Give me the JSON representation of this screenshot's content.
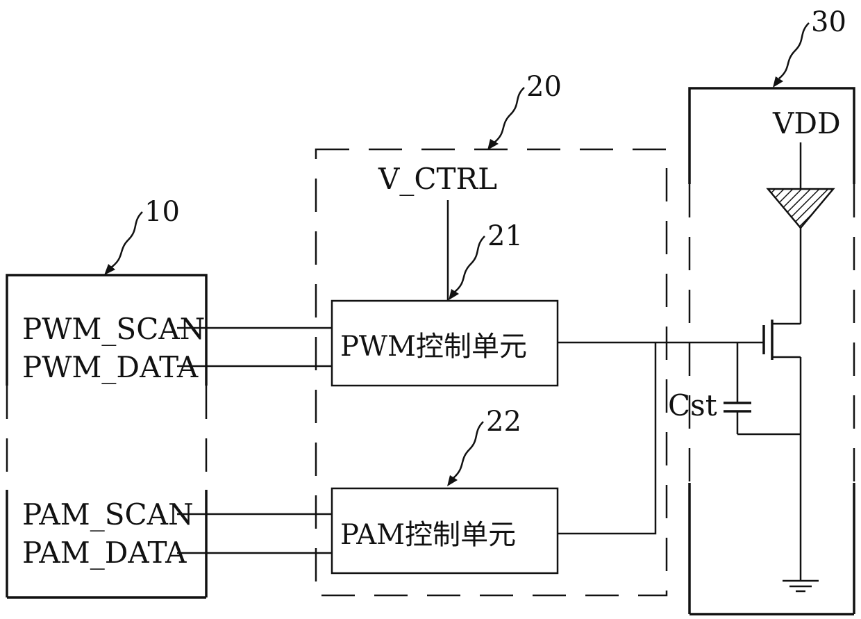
{
  "diagram": {
    "refs": {
      "block10": "10",
      "block20": "20",
      "block21": "21",
      "block22": "22",
      "block30": "30"
    },
    "signals": {
      "pwm_scan": "PWM_SCAN",
      "pwm_data": "PWM_DATA",
      "pam_scan": "PAM_SCAN",
      "pam_data": "PAM_DATA",
      "v_ctrl": "V_CTRL",
      "vdd": "VDD",
      "cst": "Cst"
    },
    "units": {
      "pwm_unit": "PWM控制单元",
      "pam_unit": "PAM控制单元"
    }
  }
}
